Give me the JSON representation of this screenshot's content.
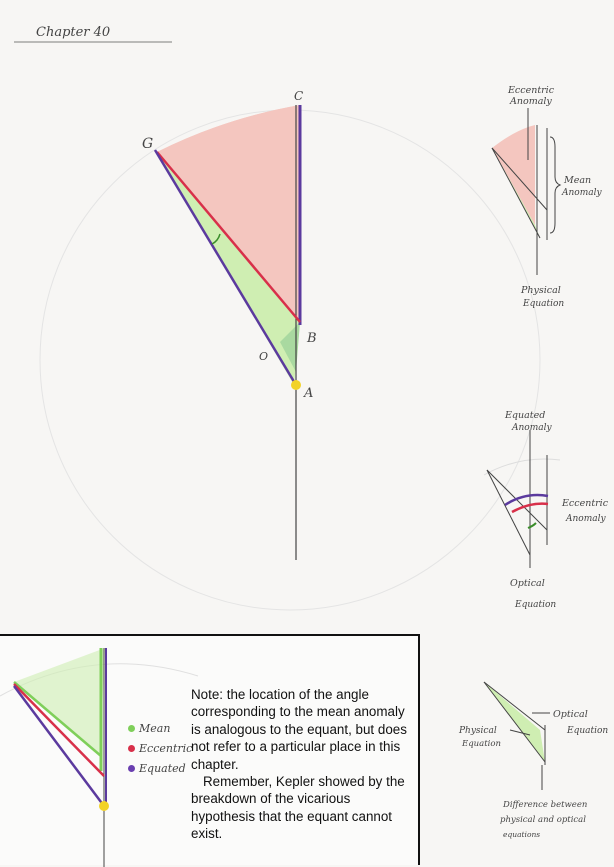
{
  "page": {
    "chapter_title": "Chapter 40"
  },
  "main_diagram": {
    "points": {
      "C": "C",
      "G": "G",
      "B": "B",
      "O": "O",
      "A": "A"
    }
  },
  "inset_top": {
    "eccentric_anomaly": [
      "Eccentric",
      "Anomaly"
    ],
    "mean_anomaly": [
      "Mean",
      "Anomaly"
    ],
    "physical_equation": [
      "Physical",
      "Equation"
    ]
  },
  "inset_middle": {
    "equated_anomaly": [
      "Equated",
      "Anomaly"
    ],
    "eccentric_anomaly": [
      "Eccentric",
      "Anomaly"
    ],
    "optical_equation": [
      "Optical",
      "Equation"
    ]
  },
  "inset_bottom": {
    "optical_equation": [
      "Optical",
      "Equation"
    ],
    "physical_equation": [
      "Physical",
      "Equation"
    ],
    "difference": [
      "Difference between",
      "physical and optical",
      "equations"
    ]
  },
  "legend": {
    "items": [
      {
        "label": "Mean",
        "color": "#7fcf5a"
      },
      {
        "label": "Eccentric",
        "color": "#d8304a"
      },
      {
        "label": "Equated",
        "color": "#6a3fb0"
      }
    ]
  },
  "note": {
    "p1": "Note: the location of the angle corresponding to the mean anomaly is analogous to the equant, but does not refer to a particular place in this chapter.",
    "p2": "Remember, Kepler showed by the breakdown of the vicarious hypothesis that the equant cannot exist."
  },
  "colors": {
    "mean_fill": "#cfeeb2",
    "eccentric_fill": "#f4c6bf",
    "red_line": "#d8304a",
    "purple_line": "#5b3a9e",
    "sun": "#f2d227"
  }
}
